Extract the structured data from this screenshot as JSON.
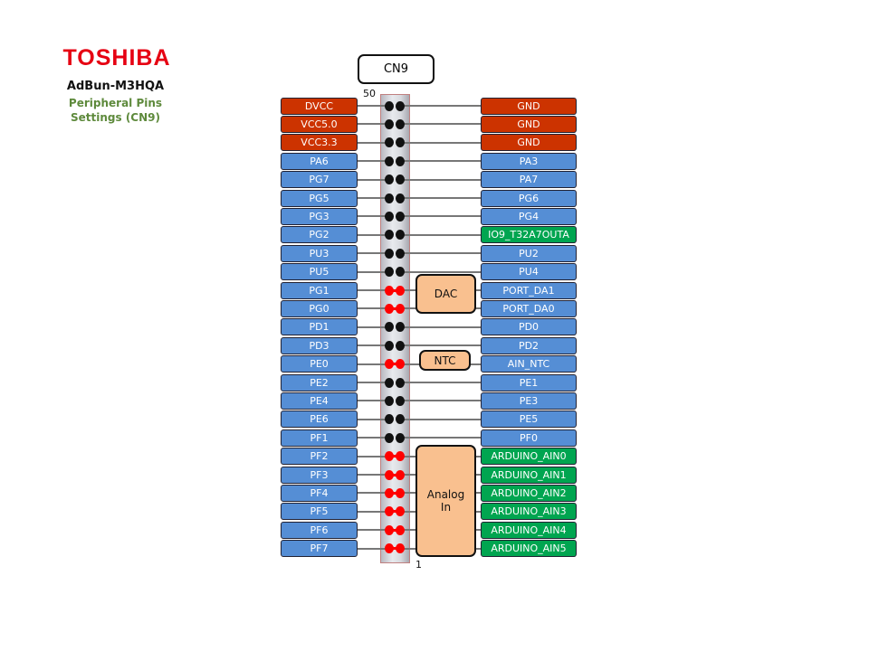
{
  "brand": "TOSHIBA",
  "board": "AdBun-M3HQA",
  "subtitle_line1": "Peripheral Pins",
  "subtitle_line2": "Settings (CN9)",
  "connector": "CN9",
  "pin_top": "50",
  "pin_bottom": "1",
  "colors": {
    "power": "#cc3300",
    "gpio": "#558ed5",
    "function": "#00a550"
  },
  "blocks": {
    "dac": "DAC",
    "ntc": "NTC",
    "analog_line1": "Analog",
    "analog_line2": "In"
  },
  "rows": [
    {
      "left": "DVCC",
      "lc": "power",
      "right": "GND",
      "rc": "power",
      "jumper": false
    },
    {
      "left": "VCC5.0",
      "lc": "power",
      "right": "GND",
      "rc": "power",
      "jumper": false
    },
    {
      "left": "VCC3.3",
      "lc": "power",
      "right": "GND",
      "rc": "power",
      "jumper": false
    },
    {
      "left": "PA6",
      "lc": "gpio",
      "right": "PA3",
      "rc": "gpio",
      "jumper": false
    },
    {
      "left": "PG7",
      "lc": "gpio",
      "right": "PA7",
      "rc": "gpio",
      "jumper": false
    },
    {
      "left": "PG5",
      "lc": "gpio",
      "right": "PG6",
      "rc": "gpio",
      "jumper": false
    },
    {
      "left": "PG3",
      "lc": "gpio",
      "right": "PG4",
      "rc": "gpio",
      "jumper": false
    },
    {
      "left": "PG2",
      "lc": "gpio",
      "right": "IO9_T32A7OUTA",
      "rc": "function",
      "jumper": false
    },
    {
      "left": "PU3",
      "lc": "gpio",
      "right": "PU2",
      "rc": "gpio",
      "jumper": false
    },
    {
      "left": "PU5",
      "lc": "gpio",
      "right": "PU4",
      "rc": "gpio",
      "jumper": false
    },
    {
      "left": "PG1",
      "lc": "gpio",
      "right": "PORT_DA1",
      "rc": "gpio",
      "jumper": true
    },
    {
      "left": "PG0",
      "lc": "gpio",
      "right": "PORT_DA0",
      "rc": "gpio",
      "jumper": true
    },
    {
      "left": "PD1",
      "lc": "gpio",
      "right": "PD0",
      "rc": "gpio",
      "jumper": false
    },
    {
      "left": "PD3",
      "lc": "gpio",
      "right": "PD2",
      "rc": "gpio",
      "jumper": false
    },
    {
      "left": "PE0",
      "lc": "gpio",
      "right": "AIN_NTC",
      "rc": "gpio",
      "jumper": true
    },
    {
      "left": "PE2",
      "lc": "gpio",
      "right": "PE1",
      "rc": "gpio",
      "jumper": false
    },
    {
      "left": "PE4",
      "lc": "gpio",
      "right": "PE3",
      "rc": "gpio",
      "jumper": false
    },
    {
      "left": "PE6",
      "lc": "gpio",
      "right": "PE5",
      "rc": "gpio",
      "jumper": false
    },
    {
      "left": "PF1",
      "lc": "gpio",
      "right": "PF0",
      "rc": "gpio",
      "jumper": false
    },
    {
      "left": "PF2",
      "lc": "gpio",
      "right": "ARDUINO_AIN0",
      "rc": "function",
      "jumper": true
    },
    {
      "left": "PF3",
      "lc": "gpio",
      "right": "ARDUINO_AIN1",
      "rc": "function",
      "jumper": true
    },
    {
      "left": "PF4",
      "lc": "gpio",
      "right": "ARDUINO_AIN2",
      "rc": "function",
      "jumper": true
    },
    {
      "left": "PF5",
      "lc": "gpio",
      "right": "ARDUINO_AIN3",
      "rc": "function",
      "jumper": true
    },
    {
      "left": "PF6",
      "lc": "gpio",
      "right": "ARDUINO_AIN4",
      "rc": "function",
      "jumper": true
    },
    {
      "left": "PF7",
      "lc": "gpio",
      "right": "ARDUINO_AIN5",
      "rc": "function",
      "jumper": true
    }
  ]
}
